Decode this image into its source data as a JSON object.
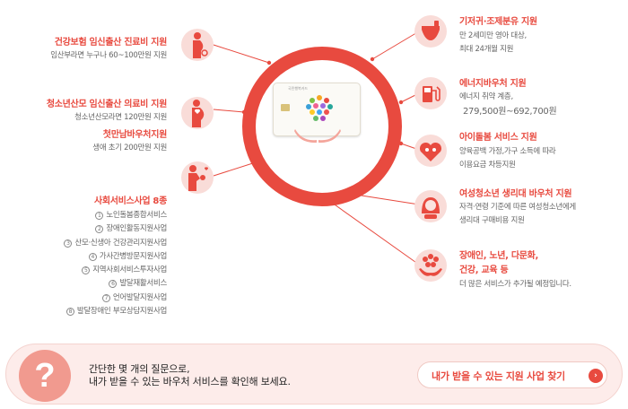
{
  "center_card": {
    "title": "국민행복카드",
    "label": "voucher-card"
  },
  "colors": {
    "accent": "#e84a3f",
    "ring": "#e84a3f",
    "icon_circle": "#f9dcd8",
    "cta_bg": "#fdecea",
    "question_circle": "#f19a8f"
  },
  "left": {
    "maternity": {
      "title": "건강보험 임신출산 진료비 지원",
      "desc": "임산부라면 누구나 60~100만원 지원",
      "icon": "pregnant-woman-icon"
    },
    "youth_maternity": {
      "title": "청소년산모 임신출산 의료비 지원",
      "desc": "청소년산모라면 120만원 지원",
      "icon": "pregnant-heart-icon"
    },
    "first_meeting": {
      "title": "첫만남바우처지원",
      "desc": "생애 초기 200만원 지원",
      "icon": "mother-baby-icon"
    },
    "social_services": {
      "title": "사회서비스사업 8종",
      "items": [
        {
          "num": "1",
          "label": "노인돌봄종합서비스"
        },
        {
          "num": "2",
          "label": "장애인활동지원사업"
        },
        {
          "num": "3",
          "label": "산모·신생아 건강관리지원사업"
        },
        {
          "num": "4",
          "label": "가사간병방문지원사업"
        },
        {
          "num": "5",
          "label": "지역사회서비스투자사업"
        },
        {
          "num": "6",
          "label": "발달재활서비스"
        },
        {
          "num": "7",
          "label": "언어발달지원사업"
        },
        {
          "num": "8",
          "label": "발달장애인 부모상담지원사업"
        }
      ]
    }
  },
  "right": {
    "diaper": {
      "title": "기저귀·조제분유 지원",
      "desc1": "만 2세미만 영아 대상,",
      "desc2": "최대 24개월 지원",
      "icon": "diaper-icon"
    },
    "energy": {
      "title": "에너지바우처 지원",
      "desc1": "에너지 취약 계층,",
      "desc2": "279,500원~692,700원",
      "icon": "fuel-pump-icon"
    },
    "childcare": {
      "title": "아이돌봄 서비스 지원",
      "desc1": "양육공백 가정,가구 소득에 따라",
      "desc2": "이용요금 차등지원",
      "icon": "family-heart-icon"
    },
    "youth_female": {
      "title": "여성청소년 생리대 바우처 지원",
      "desc1": "자격·연령 기준에 따른 여성청소년에게",
      "desc2": "생리대 구매비용 지원",
      "icon": "girl-icon"
    },
    "more": {
      "title1": "장애인, 노년, 다문화,",
      "title2": "건강, 교육 등",
      "desc": "더 많은 서비스가 추가될 예정입니다.",
      "icon": "hands-services-icon"
    }
  },
  "cta": {
    "question_mark": "?",
    "line1": "간단한 몇 개의 질문으로,",
    "line2": "내가 받을 수 있는 바우처 서비스를 확인해 보세요.",
    "button_label": "내가 받을 수 있는 지원 사업 찾기",
    "button_arrow": "›"
  }
}
